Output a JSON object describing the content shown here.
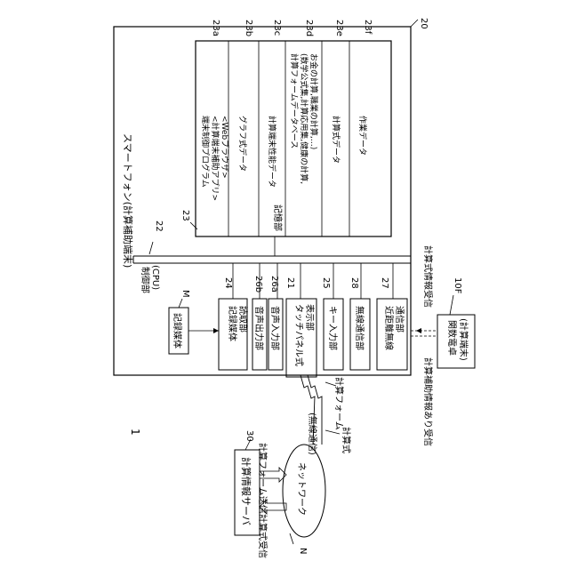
{
  "figure_ref": "1",
  "smartphone": {
    "ref": "20",
    "label": "スマートフォン(計算補助端末)"
  },
  "storage": {
    "ref": "23",
    "label": "記憶部",
    "sections": [
      {
        "ref": "23a",
        "lines": [
          "端末制御プログラム",
          "<計算端末補助アプリ>",
          "<Webブラウザ>"
        ]
      },
      {
        "ref": "23b",
        "lines": [
          "グラフ式データ"
        ]
      },
      {
        "ref": "23c",
        "lines": [
          "計算端末性能データ"
        ]
      },
      {
        "ref": "23d",
        "lines": [
          "計算フォームデータベース",
          "(数学公式集,計算応用集,健康の計算,",
          "お金の計算,職業の計算,…)"
        ]
      },
      {
        "ref": "23e",
        "lines": [
          "計算式データ"
        ]
      },
      {
        "ref": "23f",
        "lines": [
          "作業データ"
        ]
      }
    ]
  },
  "control": {
    "ref": "22",
    "label": "制御部",
    "sub": "(CPU)"
  },
  "medium": {
    "ref": "M",
    "label": "記録媒体"
  },
  "units": [
    {
      "ref": "24",
      "lines": [
        "記録媒体",
        "読取部"
      ]
    },
    {
      "ref": "26b",
      "lines": [
        "音声出力部"
      ]
    },
    {
      "ref": "26a",
      "lines": [
        "音声入力部"
      ]
    },
    {
      "ref": "21",
      "lines": [
        "タッチパネル式",
        "表示部"
      ]
    },
    {
      "ref": "25",
      "lines": [
        "キー入力部"
      ]
    },
    {
      "ref": "28",
      "lines": [
        "無線通信部"
      ]
    },
    {
      "ref": "27",
      "lines": [
        "近距離無線",
        "通信部"
      ]
    }
  ],
  "calculator": {
    "ref": "10F",
    "lines": [
      "関数電卓",
      "(計算端末)"
    ]
  },
  "info_receive": "計算式情報受信",
  "aux_receive": "計算補助情報あり受信",
  "server": {
    "ref": "30",
    "label": "計算情報サーバ"
  },
  "network": {
    "ref": "N",
    "label": "ネットワーク"
  },
  "form_send": "計算フォーム送信",
  "formula_receive": "計算式受信",
  "wireless": "(無線通信)",
  "calc_form": "計算フォーム",
  "calc_formula": "計算式"
}
